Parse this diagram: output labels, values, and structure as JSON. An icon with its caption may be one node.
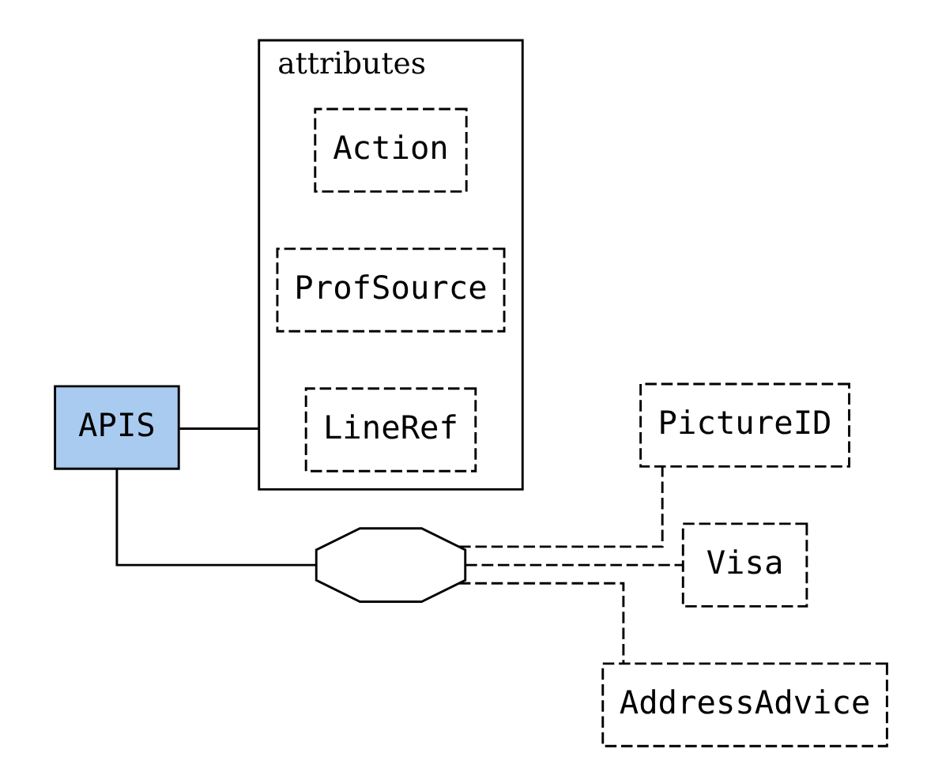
{
  "diagram": {
    "nodes": [
      {
        "text": [
          "APIS"
        ]
      },
      {
        "text": [
          "attributes"
        ]
      },
      {
        "text": [
          "Action"
        ],
        "in": 1
      },
      {
        "text": [
          "ProfSource"
        ],
        "in": 1
      },
      {
        "text": [
          "LineRef"
        ],
        "in": 1
      },
      {
        "text": [],
        "shape": "octagon"
      },
      {
        "text": [
          "PictureID"
        ]
      },
      {
        "text": [
          "Visa"
        ]
      },
      {
        "text": [
          "AddressAdvice"
        ]
      }
    ],
    "edges": [
      {
        "from": 0,
        "to": 1,
        "arrow": "none"
      },
      {
        "from": 0,
        "to": 5,
        "arrow": "none"
      },
      {
        "from": 5,
        "to": 6,
        "arrow": "none",
        "style": "dashed"
      },
      {
        "from": 5,
        "to": 7,
        "arrow": "none",
        "style": "dashed"
      },
      {
        "from": 5,
        "to": 8,
        "arrow": "none",
        "style": "dashed"
      }
    ]
  }
}
